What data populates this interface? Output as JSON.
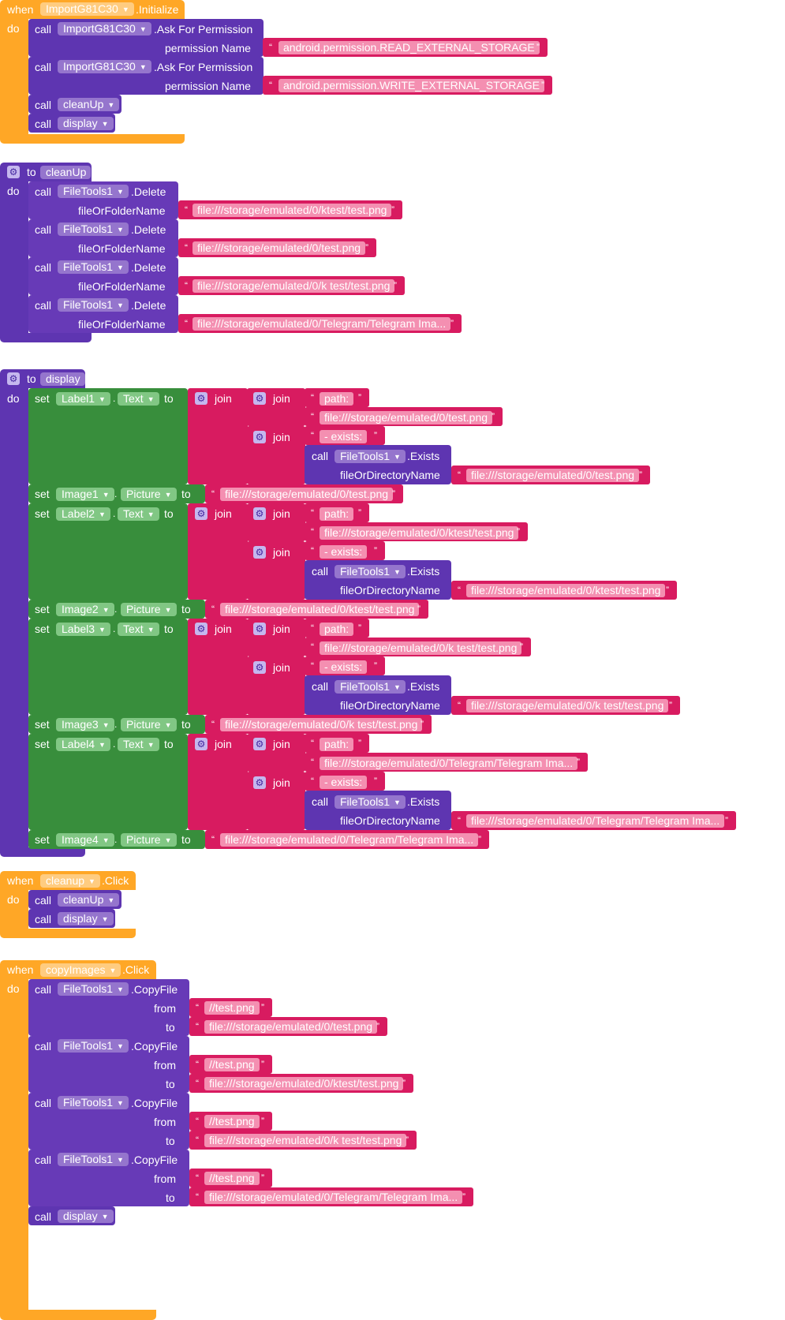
{
  "kw": {
    "when": "when",
    "do": "do",
    "call": "call",
    "to": "to",
    "set": "set",
    "join": "join",
    "from": "from",
    "dot": "."
  },
  "block1": {
    "component": "ImportG81C30",
    "event": ".Initialize",
    "method": ".Ask For Permission",
    "param": "permission Name",
    "perm_read": "android.permission.READ_EXTERNAL_STORAGE",
    "perm_write": "android.permission.WRITE_EXTERNAL_STORAGE",
    "proc1": "cleanUp",
    "proc2": "display"
  },
  "block2": {
    "proc": "cleanUp",
    "component": "FileTools1",
    "method": ".Delete",
    "param": "fileOrFolderName",
    "paths": [
      "file:///storage/emulated/0/ktest/test.png",
      "file:///storage/emulated/0/test.png",
      "file:///storage/emulated/0/k test/test.png",
      "file:///storage/emulated/0/Telegram/Telegram Ima..."
    ]
  },
  "block3": {
    "proc": "display",
    "exists_method": ".Exists",
    "exists_param": "fileOrDirectoryName",
    "path_prefix": "path:",
    "exists_prefix": " - exists: ",
    "component": "FileTools1",
    "rows": [
      {
        "label": "Label1",
        "prop": "Text",
        "image": "Image1",
        "imgprop": "Picture",
        "path": "file:///storage/emulated/0/test.png",
        "path_long": "file:///storage/emulated/0/test.png"
      },
      {
        "label": "Label2",
        "prop": "Text",
        "image": "Image2",
        "imgprop": "Picture",
        "path": "file:///storage/emulated/0/ktest/test.png",
        "path_long": "file:///storage/emulated/0/ktest/test.png"
      },
      {
        "label": "Label3",
        "prop": "Text",
        "image": "Image3",
        "imgprop": "Picture",
        "path": "file:///storage/emulated/0/k test/test.png",
        "path_long": "file:///storage/emulated/0/k test/test.png"
      },
      {
        "label": "Label4",
        "prop": "Text",
        "image": "Image4",
        "imgprop": "Picture",
        "path": "file:///storage/emulated/0/Telegram/Telegram Ima...",
        "path_long": "file:///storage/emulated/0/Telegram/Telegram Ima..."
      }
    ]
  },
  "block4": {
    "component": "cleanup",
    "event": ".Click",
    "proc1": "cleanUp",
    "proc2": "display"
  },
  "block5": {
    "component": "copyImages",
    "event": ".Click",
    "file_comp": "FileTools1",
    "method": ".CopyFile",
    "from_path": "//test.png",
    "to_paths": [
      "file:///storage/emulated/0/test.png",
      "file:///storage/emulated/0/ktest/test.png",
      "file:///storage/emulated/0/k test/test.png",
      "file:///storage/emulated/0/Telegram/Telegram Ima..."
    ],
    "proc": "display"
  }
}
